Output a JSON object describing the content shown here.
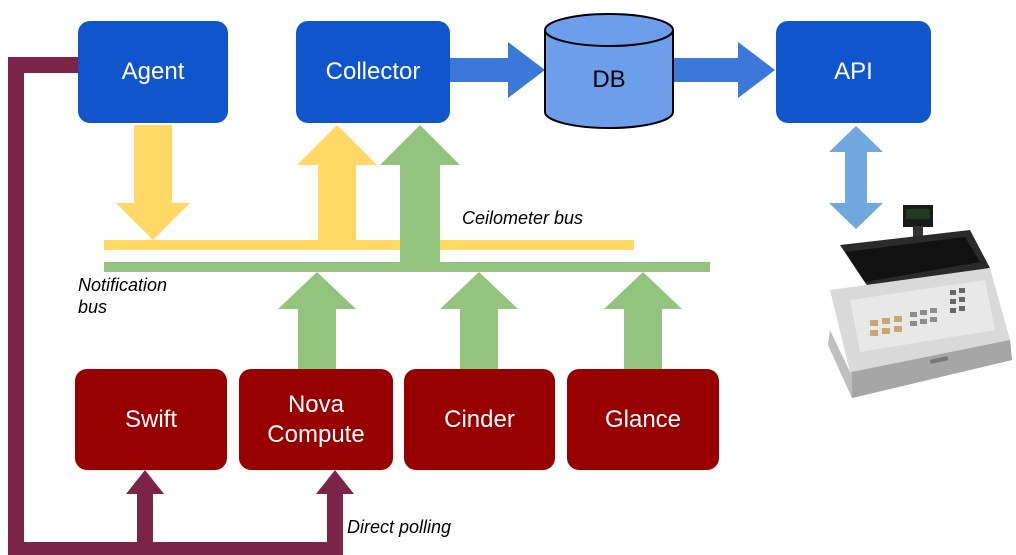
{
  "components": {
    "agent": "Agent",
    "collector": "Collector",
    "db": "DB",
    "api": "API",
    "swift": "Swift",
    "nova_line1": "Nova",
    "nova_line2": "Compute",
    "cinder": "Cinder",
    "glance": "Glance"
  },
  "labels": {
    "ceilometer_bus": "Ceilometer bus",
    "notification_bus_line1": "Notification",
    "notification_bus_line2": "bus",
    "direct_polling": "Direct polling"
  },
  "colors": {
    "core_component": "#1155cc",
    "openstack_service": "#980000",
    "ceilometer_bus": "#ffd966",
    "notification_bus": "#93c47d",
    "polling_line": "#7b2448",
    "db_fill": "#6d9eeb",
    "flow_arrow": "#3c78d8",
    "api_arrow": "#6fa8dc"
  },
  "icons": {
    "api_consumer": "cash-register-icon"
  }
}
